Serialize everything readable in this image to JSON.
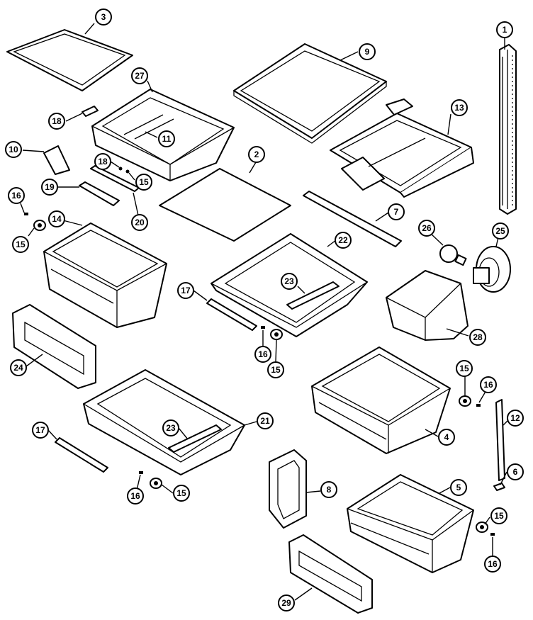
{
  "callouts": {
    "c3": "3",
    "c9": "9",
    "c1": "1",
    "c27": "27",
    "c18a": "18",
    "c13": "13",
    "c11": "11",
    "c10": "10",
    "c18b": "18",
    "c15a": "15",
    "c2": "2",
    "c19": "19",
    "c16a": "16",
    "c20": "20",
    "c14": "14",
    "c7": "7",
    "c15b": "15",
    "c26": "26",
    "c25": "25",
    "c22": "22",
    "c17a": "17",
    "c23a": "23",
    "c16b": "16",
    "c15c": "15",
    "c28": "28",
    "c24": "24",
    "c15d": "15",
    "c16c": "16",
    "c4": "4",
    "c12": "12",
    "c17b": "17",
    "c23b": "23",
    "c21": "21",
    "c6": "6",
    "c16d": "16",
    "c15e": "15",
    "c8": "8",
    "c5": "5",
    "c15f": "15",
    "c16e": "16",
    "c29": "29"
  }
}
